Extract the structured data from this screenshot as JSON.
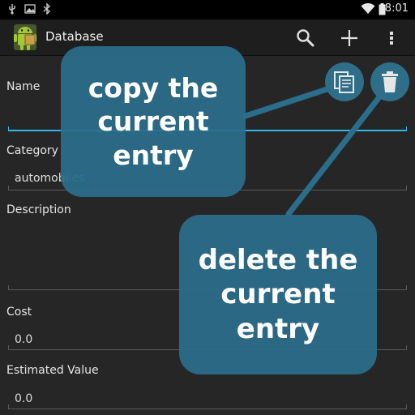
{
  "status_bar": {
    "time": "8:01",
    "icons": [
      "usb-icon",
      "image-icon",
      "bluetooth-icon",
      "wifi-icon",
      "battery-icon"
    ]
  },
  "action_bar": {
    "title": "Database",
    "actions": [
      "search-icon",
      "add-icon",
      "overflow-menu-icon"
    ]
  },
  "form": {
    "name": {
      "label": "Name",
      "value": ""
    },
    "category": {
      "label": "Category",
      "value_prefix": "automobi",
      "value_highlight": "les"
    },
    "description": {
      "label": "Description",
      "value": ""
    },
    "cost": {
      "label": "Cost",
      "value": "0.0"
    },
    "estimated_value": {
      "label": "Estimated Value",
      "value": "0.0"
    }
  },
  "toolbar": {
    "copy_icon": "copy-icon",
    "delete_icon": "trash-icon"
  },
  "callouts": {
    "copy": {
      "line1": "copy the",
      "line2": "current",
      "line3": "entry"
    },
    "delete": {
      "line1": "delete the",
      "line2": "current",
      "line3": "entry"
    }
  },
  "colors": {
    "accent": "#33b5e5",
    "callout": "#2b6e8c",
    "background": "#262626"
  }
}
